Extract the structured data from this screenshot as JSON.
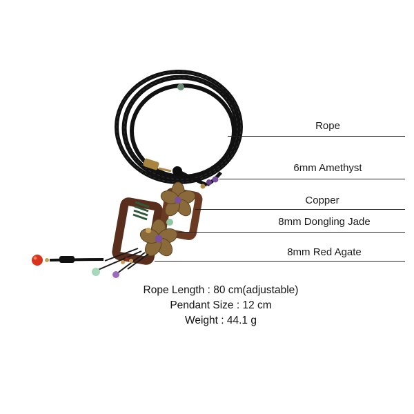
{
  "callouts": [
    {
      "label": "Rope"
    },
    {
      "label": "6mm Amethyst"
    },
    {
      "label": "Copper"
    },
    {
      "label": "8mm Dongling Jade"
    },
    {
      "label": "8mm Red Agate"
    }
  ],
  "specs": {
    "rope_length": "Rope Length : 80 cm(adjustable)",
    "pendant_size": "Pendant Size : 12 cm",
    "weight": "Weight : 44.1 g"
  },
  "colors": {
    "background": "#ffffff",
    "rope": "#111111",
    "copper": "#8a6a3a",
    "wood": "#5a2e1c",
    "amethyst": "#7b4fa0",
    "jade": "#8fc7a2",
    "agate": "#d8331d"
  }
}
